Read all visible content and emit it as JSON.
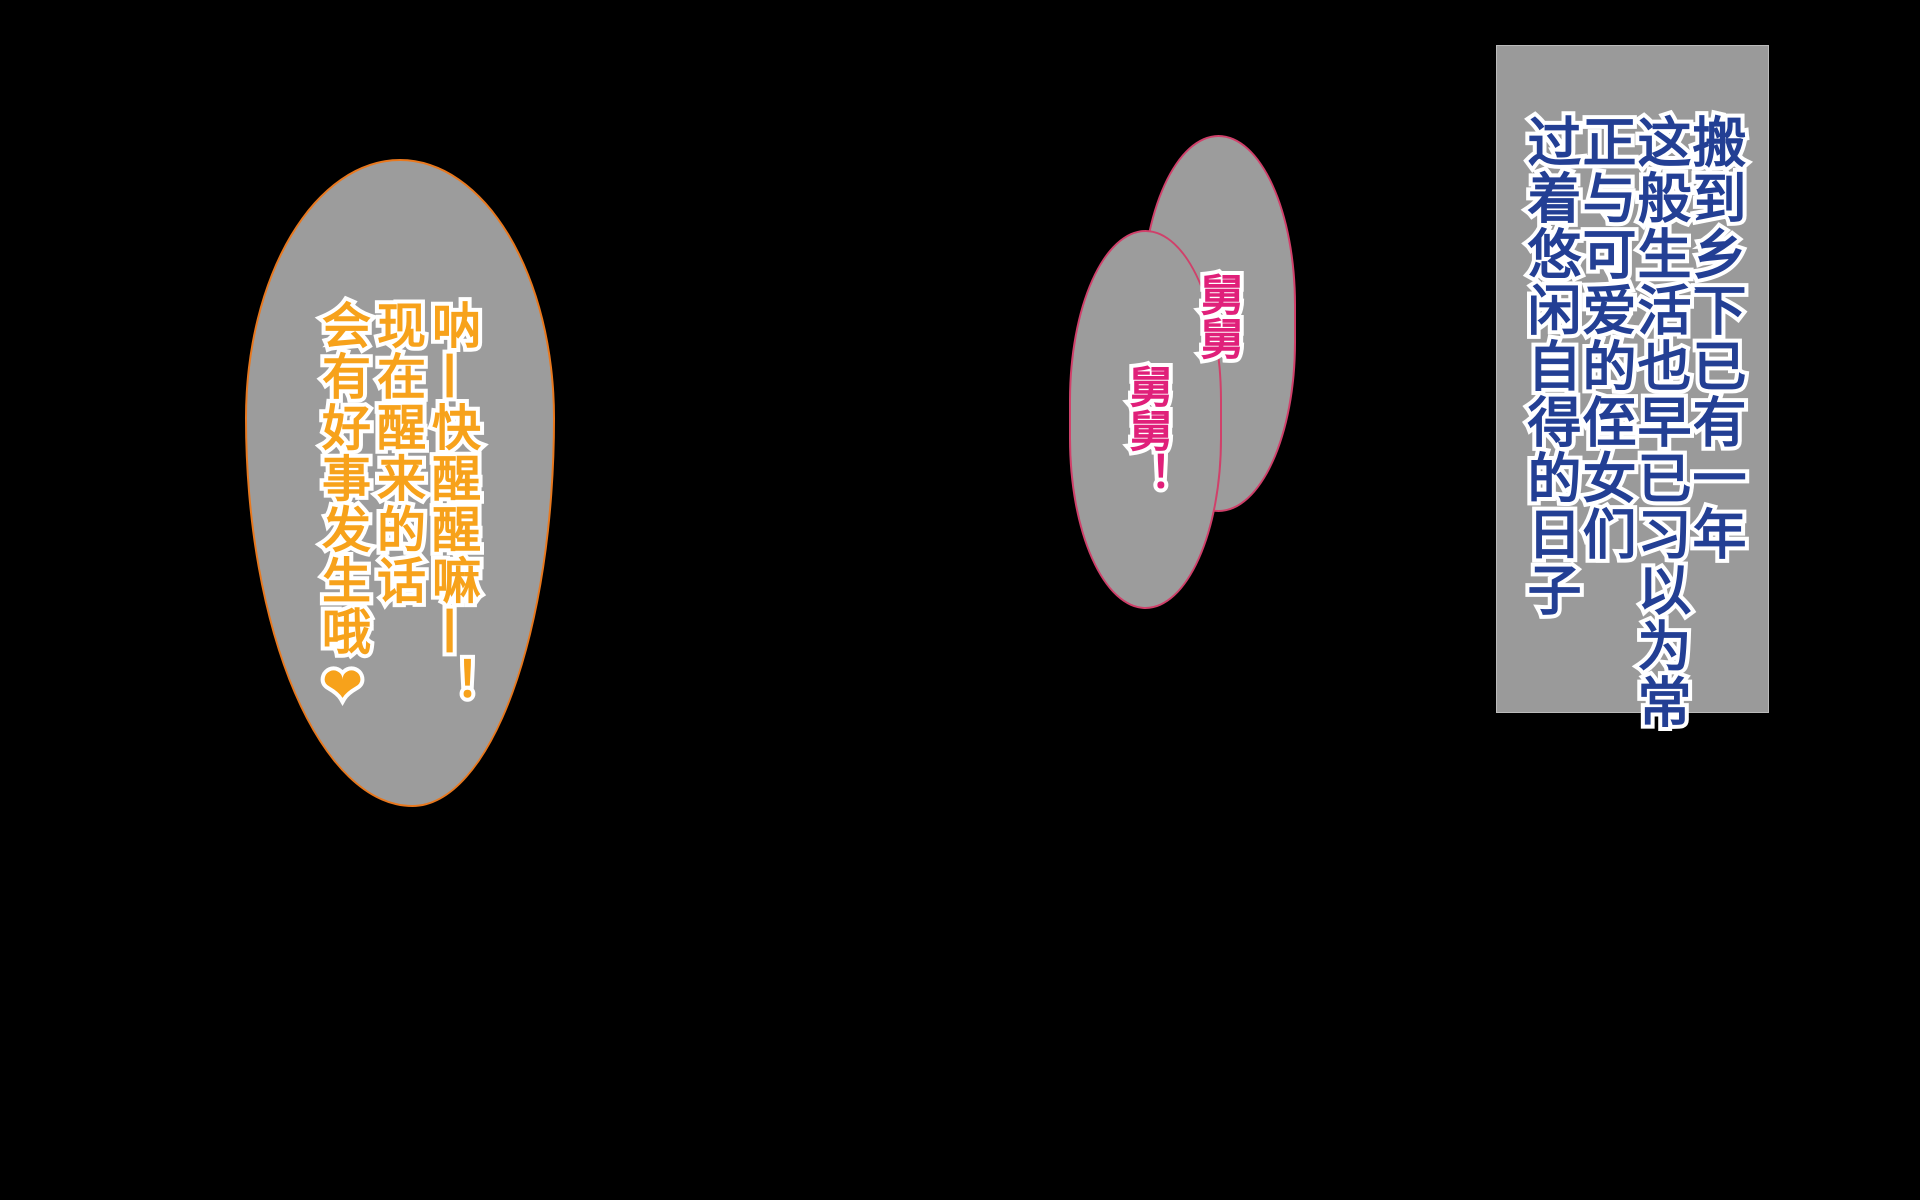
{
  "bubble_orange": {
    "lines": [
      "呐—快醒醒嘛—！",
      "现在醒来的话",
      "会有好事发生哦❤"
    ],
    "text_color": "#f7a21b",
    "border_color": "#e8781e"
  },
  "bubble_pink": {
    "lines": [
      "舅舅",
      "舅舅！"
    ],
    "text_color": "#e0207a",
    "border_color": "#d0406a"
  },
  "narration_box": {
    "lines": [
      "搬到乡下已有一年",
      "这般生活也早已习以为常",
      "正与可爱的侄女们",
      "过着悠闲自得的日子"
    ],
    "text_color": "#233f94"
  }
}
